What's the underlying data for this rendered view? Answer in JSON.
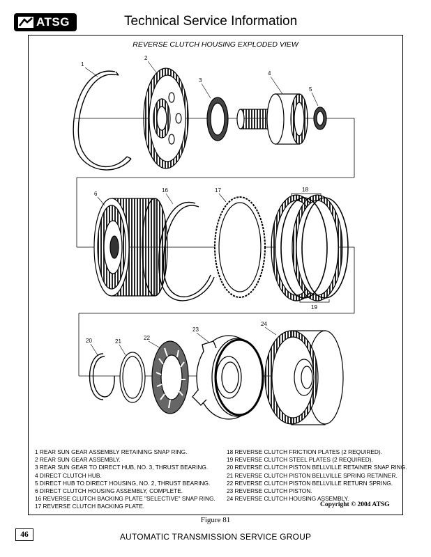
{
  "header": {
    "logo_text": "ATSG",
    "title": "Technical Service Information"
  },
  "figure": {
    "title": "REVERSE CLUTCH HOUSING EXPLODED VIEW",
    "callouts": [
      "1",
      "2",
      "3",
      "4",
      "5",
      "6",
      "16",
      "17",
      "18",
      "19",
      "20",
      "21",
      "22",
      "23",
      "24"
    ],
    "caption": "Figure 81",
    "copyright": "Copyright © 2004 ATSG"
  },
  "legend": {
    "left": [
      "1  REAR SUN GEAR ASSEMBLY RETAINING SNAP RING.",
      "2  REAR SUN GEAR ASSEMBLY.",
      "3  REAR SUN GEAR TO DIRECT HUB, NO. 3, THRUST BEARING.",
      "4  DIRECT CLUTCH HUB.",
      "5  DIRECT HUB TO DIRECT HOUSING, NO. 2, THRUST BEARING.",
      "6  DIRECT CLUTCH HOUSING ASSEMBLY, COMPLETE.",
      "16  REVERSE CLUTCH BACKING PLATE \"SELECTIVE\" SNAP RING.",
      "17  REVERSE CLUTCH BACKING PLATE."
    ],
    "right": [
      "18  REVERSE CLUTCH FRICTION PLATES  (2 REQUIRED).",
      "19  REVERSE CLUTCH STEEL PLATES  (2 REQUIRED).",
      "20  REVERSE CLUTCH PISTON BELLVILLE RETAINER SNAP RING.",
      "21  REVERSE CLUTCH PISTON BELLVILLE SPRING RETAINER.",
      "22  REVERSE CLUTCH PISTON BELLVILLE RETURN SPRING.",
      "23  REVERSE CLUTCH PISTON.",
      "24  REVERSE CLUTCH HOUSING ASSEMBLY."
    ]
  },
  "footer": {
    "page_number": "46",
    "text": "AUTOMATIC TRANSMISSION SERVICE GROUP"
  }
}
